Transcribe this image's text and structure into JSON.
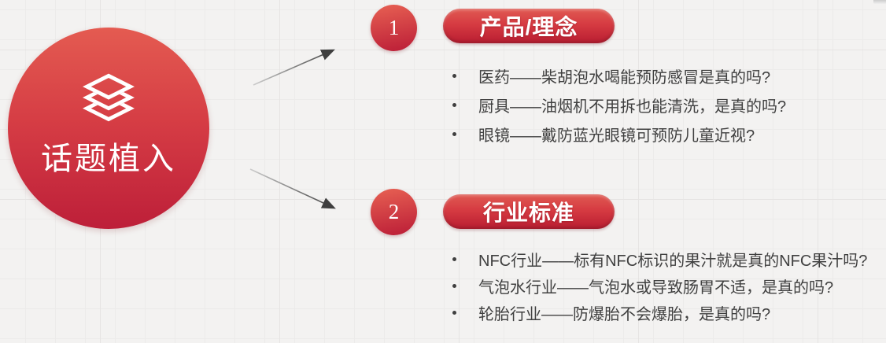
{
  "colors": {
    "accent_red_light": "#e45b51",
    "accent_red_dark": "#bd1f39",
    "body_text": "#404040",
    "background": "#f3f2f1",
    "arrow": "#3f3f3f"
  },
  "hub": {
    "label": "话题植入",
    "icon": "layers-icon"
  },
  "sections": [
    {
      "number": "1",
      "title": "产品/理念",
      "items": [
        "医药——柴胡泡水喝能预防感冒是真的吗?",
        "厨具——油烟机不用拆也能清洗，是真的吗?",
        "眼镜——戴防蓝光眼镜可预防儿童近视?"
      ]
    },
    {
      "number": "2",
      "title": "行业标准",
      "items": [
        "NFC行业——标有NFC标识的果汁就是真的NFC果汁吗?",
        "气泡水行业——气泡水或导致肠胃不适，是真的吗?",
        "轮胎行业——防爆胎不会爆胎，是真的吗?"
      ]
    }
  ]
}
